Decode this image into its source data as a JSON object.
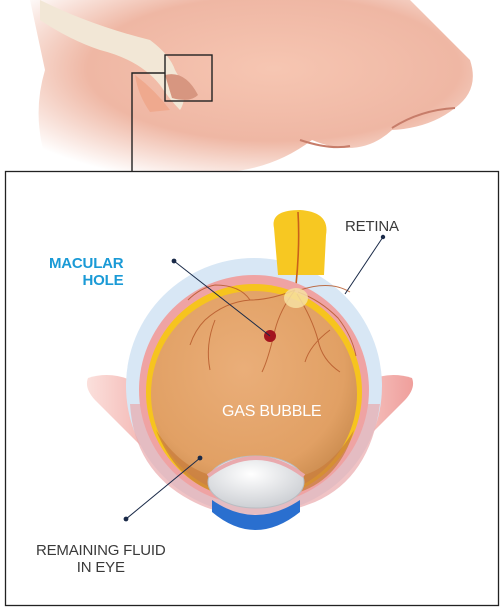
{
  "labels": {
    "macular_hole": [
      "MACULAR",
      "HOLE"
    ],
    "retina": "RETINA",
    "gas_bubble": "GAS BUBBLE",
    "remaining_fluid": [
      "REMAINING FLUID",
      "IN EYE"
    ]
  },
  "colors": {
    "macular_label": "#1a9ad6",
    "label_text": "#3a3a3a",
    "bubble": "#e3a56c",
    "bubble_dark": "#c4803f",
    "sclera": "#d6e6f5",
    "retina_pink": "#f0a5a5",
    "retina_yellow": "#f5c518",
    "hole": "#a3141e",
    "skin": "#f1b8a4",
    "muscle": "#f3b9b5",
    "blue_fluid": "#2a6fcf",
    "frame": "#222222"
  },
  "icons": {
    "face": "face-profile-icon",
    "zoom": "zoom-callout-icon"
  }
}
